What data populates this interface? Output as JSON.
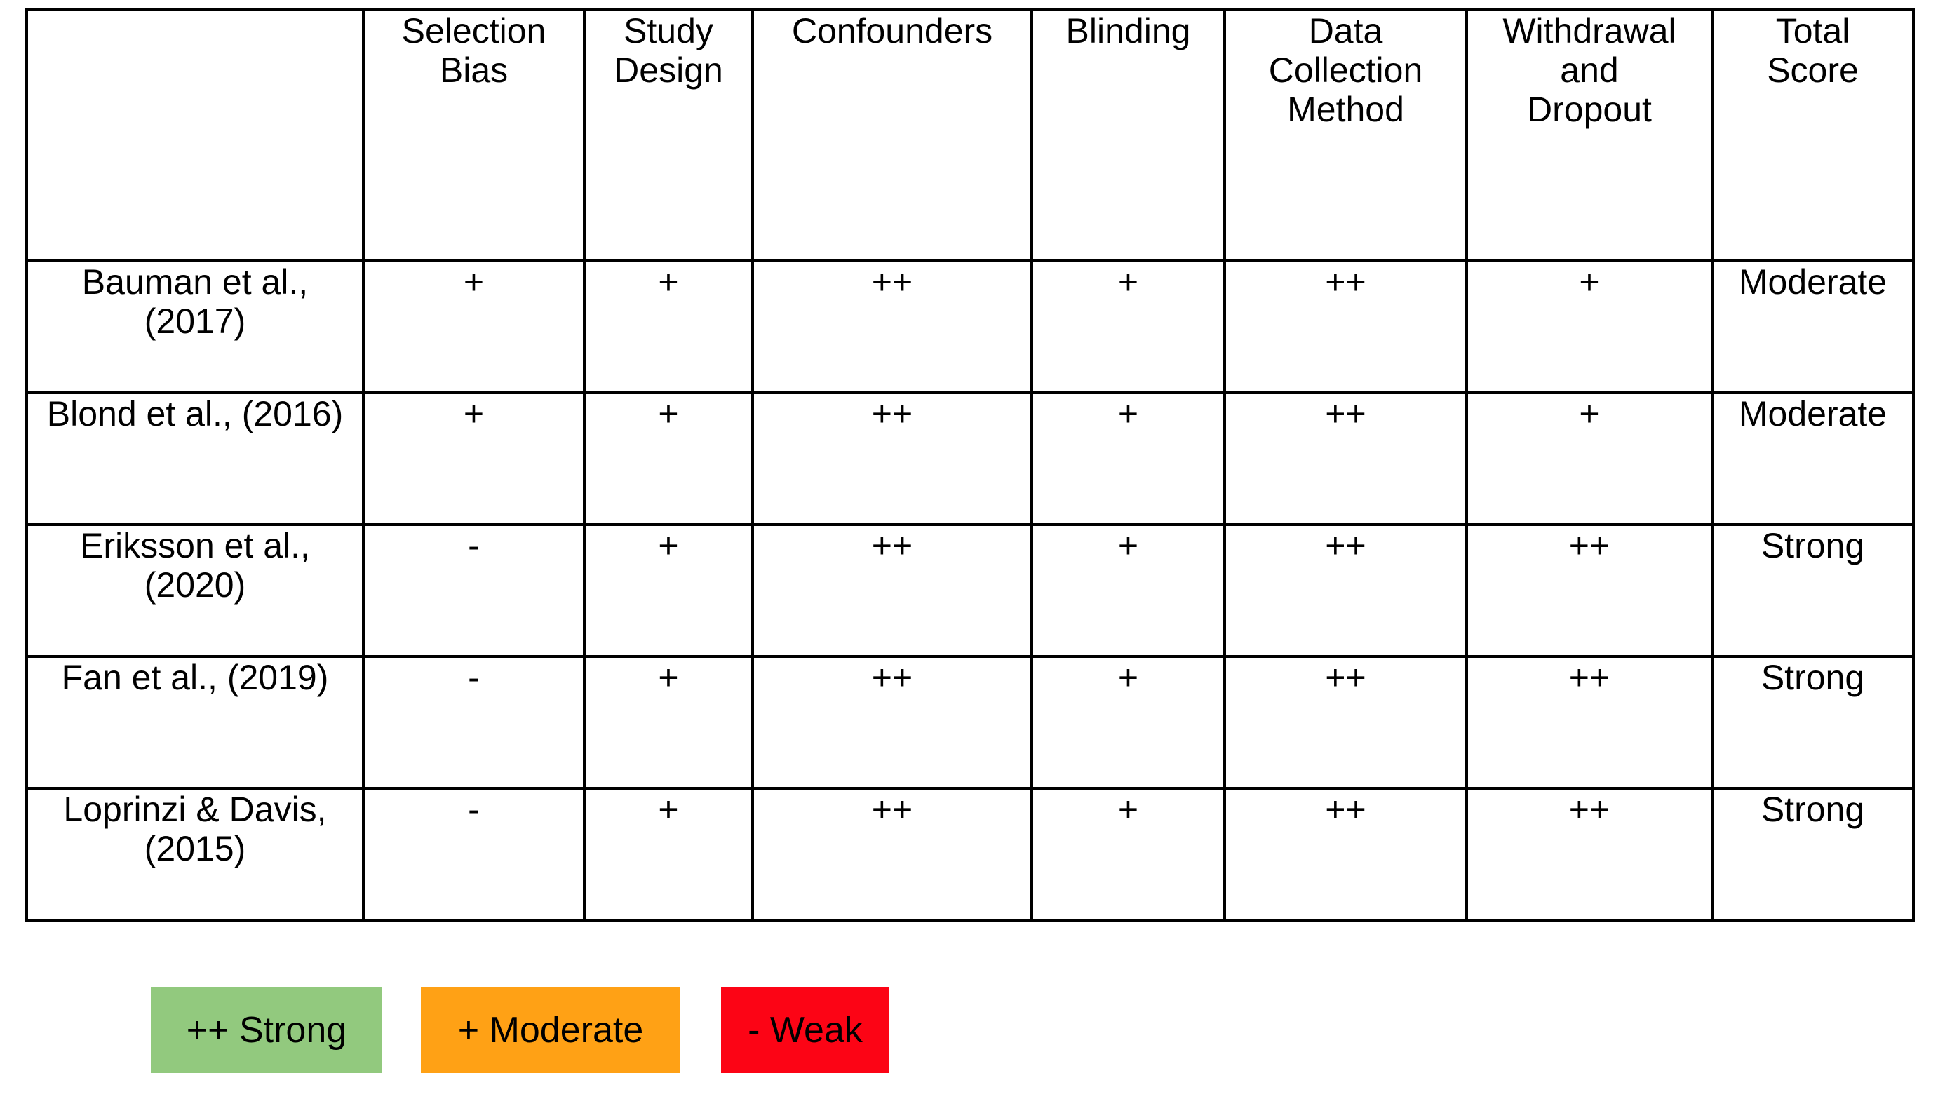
{
  "table": {
    "corner_label": "",
    "columns": [
      {
        "key": "study",
        "label": ""
      },
      {
        "key": "sel",
        "label": "Selection\nBias"
      },
      {
        "key": "des",
        "label": "Study\nDesign"
      },
      {
        "key": "conf",
        "label": "Confounders"
      },
      {
        "key": "blind",
        "label": "Blinding"
      },
      {
        "key": "data",
        "label": "Data\nCollection\nMethod"
      },
      {
        "key": "with",
        "label": "Withdrawal\nand\nDropout"
      },
      {
        "key": "total",
        "label": "Total\nScore"
      }
    ],
    "rows": [
      {
        "study": "Bauman et al., (2017)",
        "cells": [
          {
            "value": "+",
            "rating": "moderate"
          },
          {
            "value": "+",
            "rating": "moderate"
          },
          {
            "value": "++",
            "rating": "strong"
          },
          {
            "value": "+",
            "rating": "moderate"
          },
          {
            "value": "++",
            "rating": "strong"
          },
          {
            "value": "+",
            "rating": "moderate"
          },
          {
            "value": "Moderate",
            "rating": "moderate"
          }
        ]
      },
      {
        "study": "Blond et al., (2016)",
        "cells": [
          {
            "value": "+",
            "rating": "moderate"
          },
          {
            "value": "+",
            "rating": "moderate"
          },
          {
            "value": "++",
            "rating": "strong"
          },
          {
            "value": "+",
            "rating": "moderate"
          },
          {
            "value": "++",
            "rating": "strong"
          },
          {
            "value": "+",
            "rating": "moderate"
          },
          {
            "value": "Moderate",
            "rating": "moderate"
          }
        ]
      },
      {
        "study": "Eriksson et al., (2020)",
        "cells": [
          {
            "value": "-",
            "rating": "weak"
          },
          {
            "value": "+",
            "rating": "moderate"
          },
          {
            "value": "++",
            "rating": "strong"
          },
          {
            "value": "+",
            "rating": "moderate"
          },
          {
            "value": "++",
            "rating": "strong"
          },
          {
            "value": "++",
            "rating": "strong"
          },
          {
            "value": "Strong",
            "rating": "strong"
          }
        ]
      },
      {
        "study": "Fan et al., (2019)",
        "cells": [
          {
            "value": "-",
            "rating": "weak"
          },
          {
            "value": "+",
            "rating": "moderate"
          },
          {
            "value": "++",
            "rating": "strong"
          },
          {
            "value": "+",
            "rating": "moderate"
          },
          {
            "value": "++",
            "rating": "strong"
          },
          {
            "value": "++",
            "rating": "strong"
          },
          {
            "value": "Strong",
            "rating": "strong"
          }
        ]
      },
      {
        "study": "Loprinzi & Davis, (2015)",
        "cells": [
          {
            "value": "-",
            "rating": "weak"
          },
          {
            "value": "+",
            "rating": "moderate"
          },
          {
            "value": "++",
            "rating": "strong"
          },
          {
            "value": "+",
            "rating": "moderate"
          },
          {
            "value": "++",
            "rating": "strong"
          },
          {
            "value": "++",
            "rating": "strong"
          },
          {
            "value": "Strong",
            "rating": "strong"
          }
        ]
      }
    ]
  },
  "legend": {
    "items": [
      {
        "label": "++ Strong",
        "rating": "strong",
        "color": "#92C97E"
      },
      {
        "label": "+ Moderate",
        "rating": "moderate",
        "color": "#FFA115"
      },
      {
        "label": "- Weak",
        "rating": "weak",
        "color": "#FC0415"
      }
    ]
  },
  "colors": {
    "strong": "#6CAA4F",
    "moderate": "#FF9E12",
    "weak": "#FC0415",
    "border": "#000000",
    "background": "#FFFFFF"
  }
}
